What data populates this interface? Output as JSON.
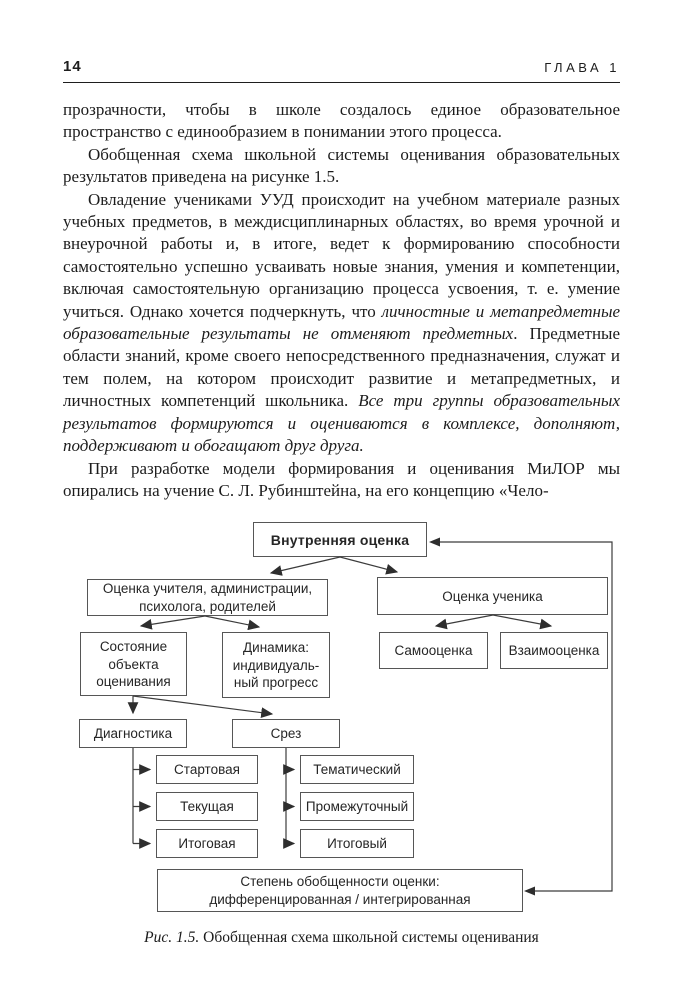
{
  "page": {
    "number": "14",
    "chapter_header": "ГЛАВА 1"
  },
  "content": {
    "paragraphs": [
      {
        "segments": [
          {
            "text": "прозрачности, чтобы в школе создалось единое образовательное пространство с единообразием в понимании этого процесса.",
            "italic": false
          }
        ]
      },
      {
        "segments": [
          {
            "text": "Обобщенная схема школьной системы оценивания образовательных результатов приведена на рисунке 1.5.",
            "italic": false
          }
        ]
      },
      {
        "segments": [
          {
            "text": "Овладение учениками УУД происходит на учебном материале разных учебных предметов, в междисциплинарных областях, во время урочной и внеурочной работы и, в итоге, ведет к формированию способности самостоятельно успешно усваивать новые знания, умения и компетенции, включая самостоятельную организацию процесса усвоения, т. е. умение учиться. Однако хочется подчеркнуть, что ",
            "italic": false
          },
          {
            "text": "личностные и метапредметные образовательные результаты не отменяют предметных",
            "italic": true
          },
          {
            "text": ". Предметные области знаний, кроме своего непосредственного предназначения, служат и тем полем, на котором происходит развитие и метапредметных, и личностных компетенций школьника. ",
            "italic": false
          },
          {
            "text": "Все три группы образовательных результатов формируются и оцениваются в комплексе, дополняют, поддерживают и обогащают друг друга.",
            "italic": true
          }
        ]
      },
      {
        "segments": [
          {
            "text": "При разработке модели формирования и оценивания МиЛОР мы опирались на учение С. Л. Рубинштейна, на его концепцию «Чело-",
            "italic": false
          }
        ]
      }
    ]
  },
  "figure": {
    "nodes": {
      "root": "Внутренняя оценка",
      "teacher_lines": [
        "Оценка учителя, администрации,",
        "психолога, родителей"
      ],
      "student": "Оценка ученика",
      "state_lines": [
        "Состояние",
        "объекта",
        "оценивания"
      ],
      "dynamics_lines": [
        "Динамика:",
        "индивидуаль-",
        "ный прогресс"
      ],
      "self_assessment": "Самооценка",
      "peer_assessment": "Взаимооценка",
      "diagnostics": "Диагностика",
      "cross_section": "Срез",
      "diagnostics_types": [
        "Стартовая",
        "Текущая",
        "Итоговая"
      ],
      "cross_section_types": [
        "Тематический",
        "Промежуточный",
        "Итоговый"
      ],
      "degree_lines": [
        "Степень обобщенности оценки:",
        "дифференцированная / интегрированная"
      ]
    },
    "caption": {
      "label": "Рис. 1.5.",
      "text": "Обобщенная схема школьной системы оценивания"
    },
    "colors": {
      "box_border": "#565656",
      "arrow": "#3c3c3c",
      "text": "#262626"
    }
  }
}
